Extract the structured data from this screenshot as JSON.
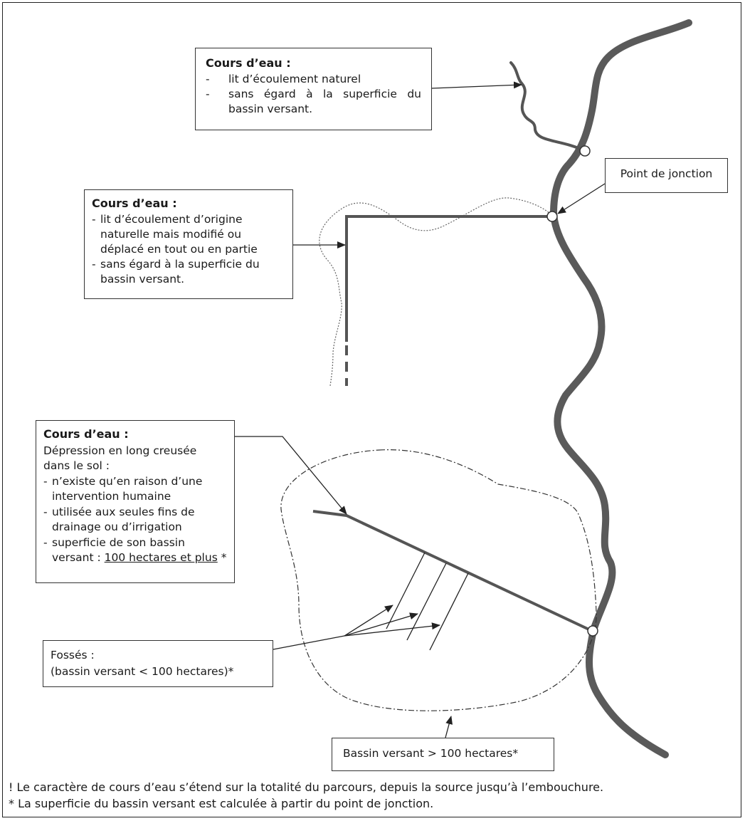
{
  "box_top": {
    "title": "Cours d’eau :",
    "items": [
      {
        "dash": "-",
        "text": "lit d’écoulement naturel"
      },
      {
        "dash": "-",
        "text": "sans égard à la superficie du bassin versant."
      }
    ]
  },
  "box_middle": {
    "title": "Cours d’eau :",
    "items": [
      {
        "dash": "-",
        "text": "lit d’écoulement d’origine naturelle mais modifié ou déplacé en tout ou en partie"
      },
      {
        "dash": "-",
        "text": "sans égard à la superficie du bassin versant."
      }
    ]
  },
  "box_bottom": {
    "title": "Cours d’eau :",
    "intro": "Dépression en long creusée dans le sol :",
    "items": [
      {
        "dash": "-",
        "text": "n’existe qu’en raison d’une intervention humaine"
      },
      {
        "dash": "-",
        "text": "utilisée aux seules fins de drainage ou d’irrigation"
      },
      {
        "dash": "-",
        "text": "superficie de son bassin versant : ",
        "underlined": "100 hectares et plus",
        "after": " *"
      }
    ]
  },
  "label_junction": "Point de jonction",
  "label_ditches": {
    "line1": "Fossés :",
    "line2": "(bassin versant < 100 hectares)*"
  },
  "label_watershed": "Bassin versant > 100 hectares*",
  "footnotes": {
    "note1": "! Le caractère de cours d’eau s’étend sur la totalité du parcours, depuis la source jusqu’à l’embouchure.",
    "note2": "* La superficie du bassin versant est calculée à partir du point de jonction."
  },
  "colors": {
    "river": "#5a5a5a",
    "line": "#222222"
  }
}
